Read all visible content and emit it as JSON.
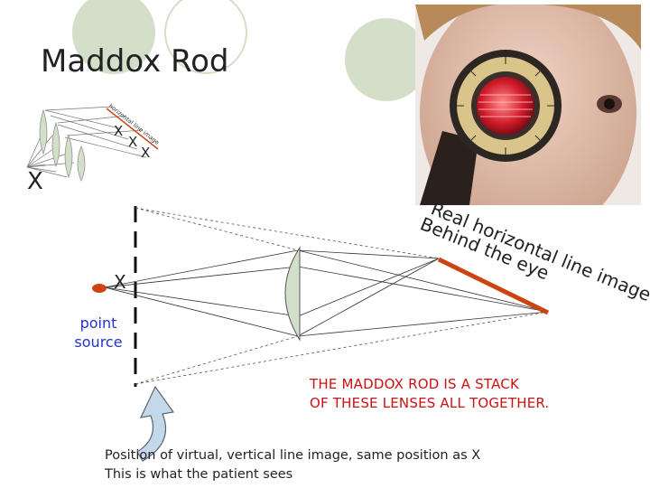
{
  "title": "Maddox Rod",
  "markers": {
    "x_large": "X",
    "x_point": "X",
    "x_stack": [
      "X",
      "X",
      "X"
    ]
  },
  "stack_label_text": "horizontal line image",
  "point_source_lines": [
    "point",
    "source"
  ],
  "real_image_label": {
    "line1": "Real horizontal line image",
    "line2": "Behind the eye"
  },
  "caption_lines": [
    "THE MADDOX ROD IS A STACK",
    "OF THESE LENSES ALL TOGETHER."
  ],
  "footer_lines": [
    "Position of virtual, vertical line image, same position as X",
    "This is what the patient sees"
  ],
  "colors": {
    "circle_fill": "#d3dfc8",
    "lens_fill": "#d3e0c9",
    "line_orange": "#cc4411",
    "caption_red": "#cc1111",
    "point_text_blue": "#2233cc"
  }
}
